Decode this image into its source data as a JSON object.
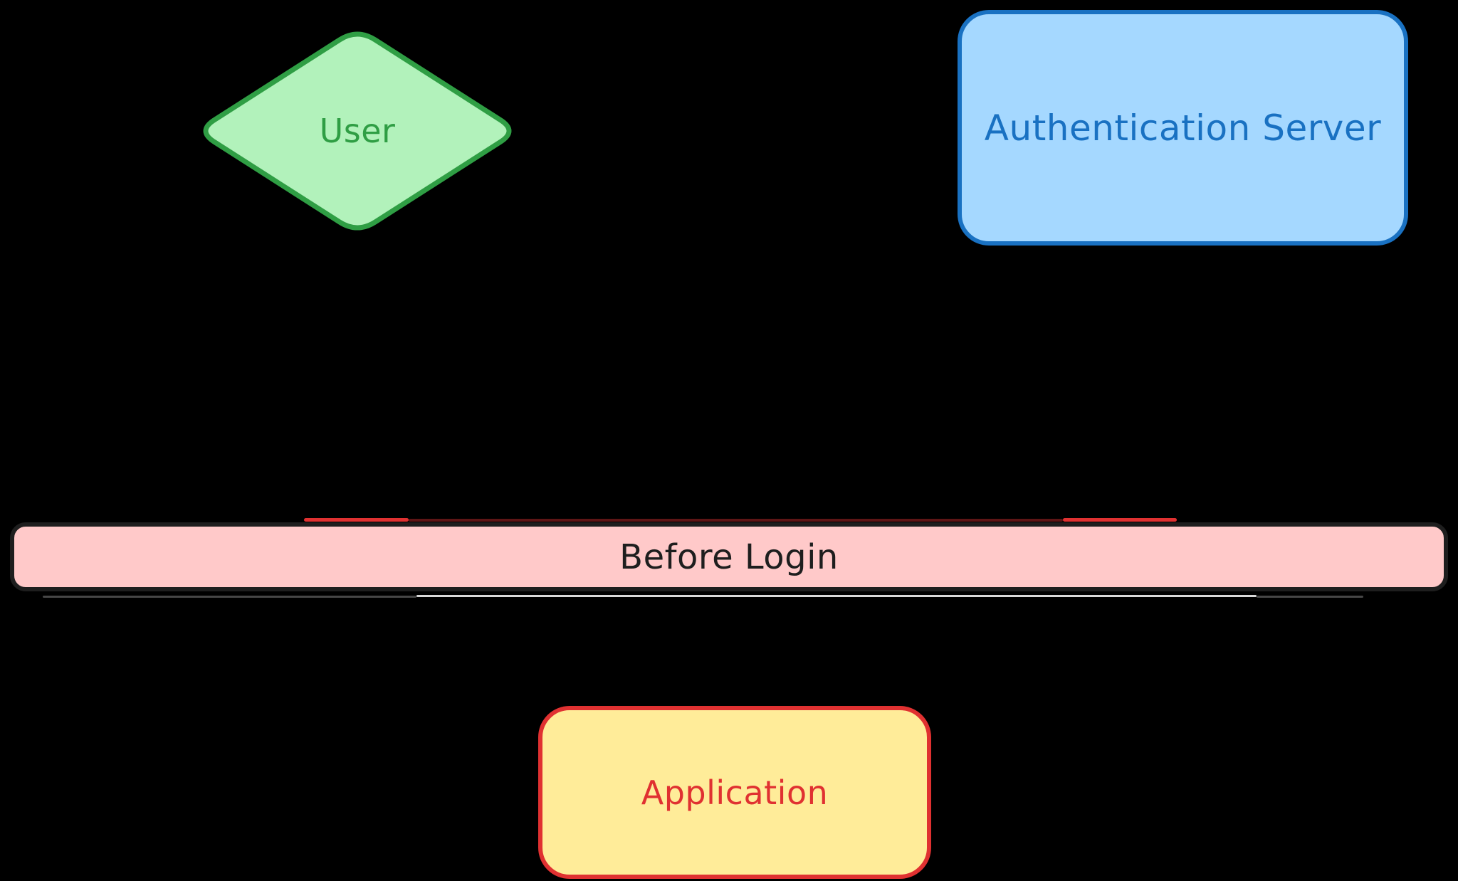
{
  "diagram": {
    "background_color": "#000000",
    "nodes": {
      "user": {
        "label": "User",
        "shape": "diamond",
        "fill": "#b2f2bb",
        "stroke": "#2f9e44",
        "text_color": "#2f9e44"
      },
      "auth_server": {
        "label": "Authentication Server",
        "shape": "rounded-rectangle",
        "fill": "#a5d8ff",
        "stroke": "#1971c2",
        "text_color": "#1971c2"
      },
      "before_login": {
        "label": "Before Login",
        "shape": "wide-band",
        "fill": "#ffc9c9",
        "stroke": "#1e1e1e",
        "text_color": "#1e1e1e"
      },
      "application": {
        "label": "Application",
        "shape": "rounded-rectangle",
        "fill": "#ffec99",
        "stroke": "#e03131",
        "text_color": "#e03131"
      }
    },
    "stray_strokes": {
      "red_color": "#e03131",
      "white_color": "#ffffff"
    }
  }
}
